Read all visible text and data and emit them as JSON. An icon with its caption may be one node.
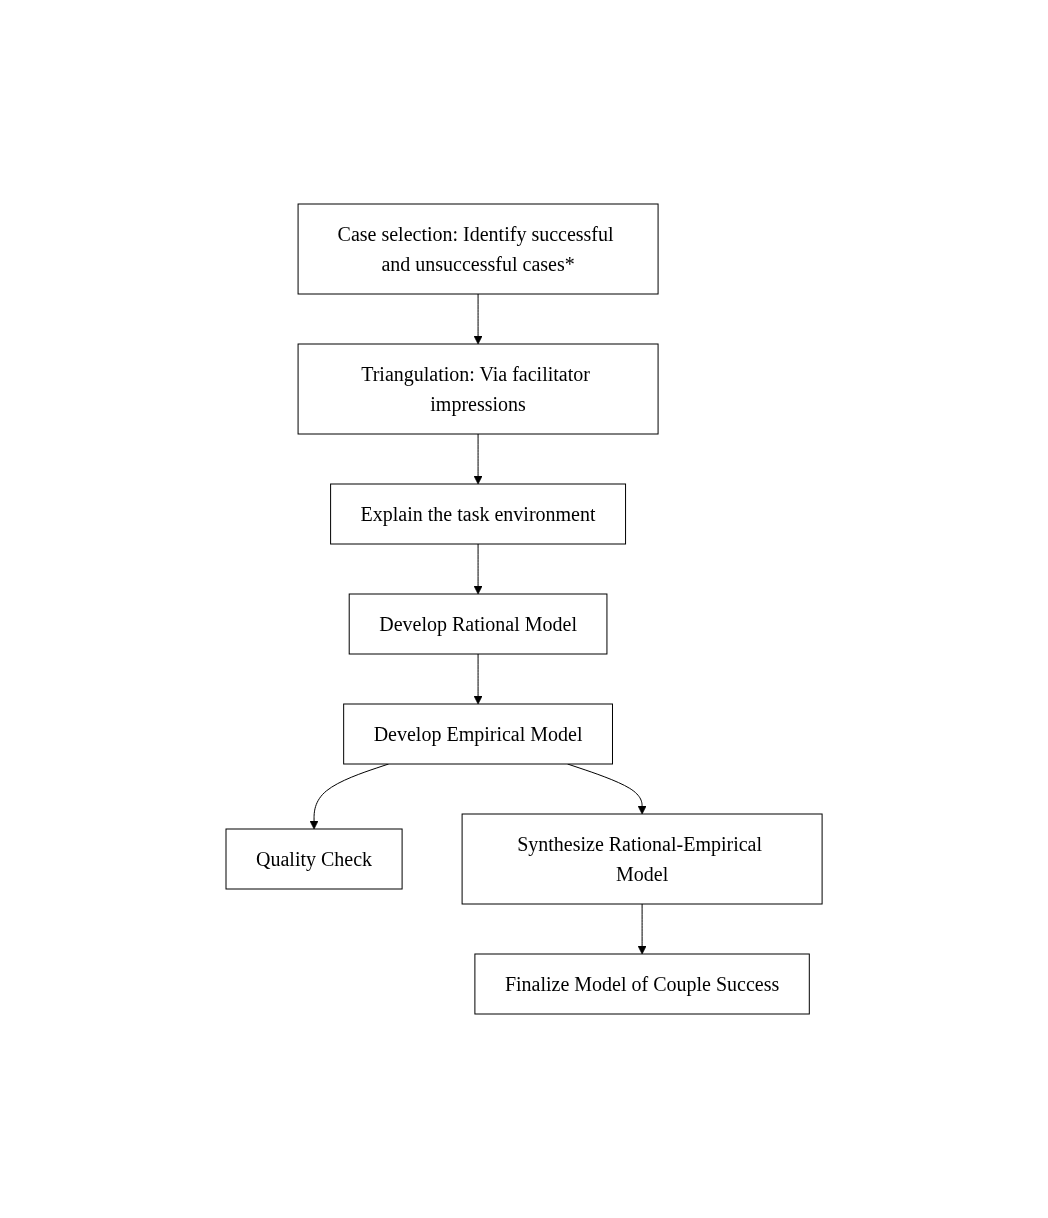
{
  "diagram": {
    "nodes": [
      {
        "text": [
          "Case selection: Identify successful and unsuccessful cases*"
        ]
      },
      {
        "text": [
          "Triangulation: Via facilitator impressions"
        ]
      },
      {
        "text": [
          "Explain the task environment"
        ]
      },
      {
        "text": [
          "Develop Rational Model"
        ]
      },
      {
        "text": [
          "Develop Empirical Model"
        ]
      },
      {
        "text": [
          "Quality Check"
        ]
      },
      {
        "text": [
          "Synthesize Rational-Empirical Model"
        ]
      },
      {
        "text": [
          "Finalize Model of Couple Success"
        ]
      }
    ],
    "edges": [
      {
        "from": 0,
        "to": 1,
        "arrow": "to"
      },
      {
        "from": 1,
        "to": 2,
        "arrow": "to"
      },
      {
        "from": 2,
        "to": 3,
        "arrow": "to"
      },
      {
        "from": 3,
        "to": 4,
        "arrow": "to"
      },
      {
        "from": 4,
        "to": 5,
        "arrow": "to"
      },
      {
        "from": 4,
        "to": 6,
        "arrow": "to"
      },
      {
        "from": 6,
        "to": 7,
        "arrow": "to"
      }
    ]
  }
}
